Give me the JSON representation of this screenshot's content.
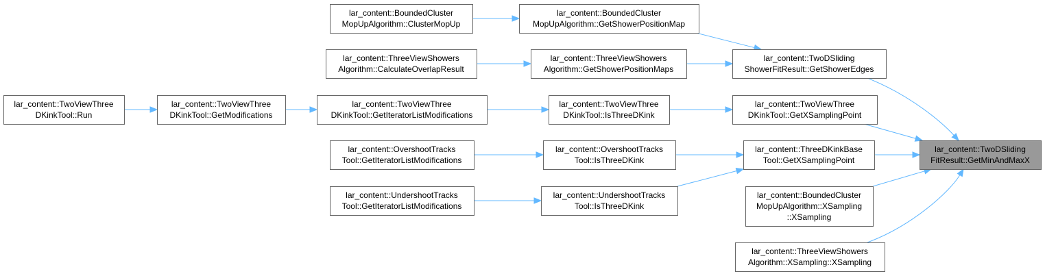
{
  "graph": {
    "edge_color": "#63b8ff",
    "node_border_color": "#666666",
    "focus_fill_color": "#999999",
    "nodes": [
      {
        "id": "getminandmaxx",
        "lines": [
          "lar_content::TwoDSliding",
          "FitResult::GetMinAndMaxX"
        ],
        "focus": true
      },
      {
        "id": "getshoweredges",
        "lines": [
          "lar_content::TwoDSliding",
          "ShowerFitResult::GetShowerEdges"
        ]
      },
      {
        "id": "twoview-getxsamplingpoint",
        "lines": [
          "lar_content::TwoViewThree",
          "DKinkTool::GetXSamplingPoint"
        ]
      },
      {
        "id": "threedkinkbase-getxsamplingpoint",
        "lines": [
          "lar_content::ThreeDKinkBase",
          "Tool::GetXSamplingPoint"
        ]
      },
      {
        "id": "boundedcluster-xsampling",
        "lines": [
          "lar_content::BoundedCluster",
          "MopUpAlgorithm::XSampling",
          "::XSampling"
        ]
      },
      {
        "id": "threeviewshowers-xsampling",
        "lines": [
          "lar_content::ThreeViewShowers",
          "Algorithm::XSampling::XSampling"
        ]
      },
      {
        "id": "boundedcluster-getshowerpositionmap",
        "lines": [
          "lar_content::BoundedCluster",
          "MopUpAlgorithm::GetShowerPositionMap"
        ]
      },
      {
        "id": "threeviewshowers-getshowerpositionmaps",
        "lines": [
          "lar_content::ThreeViewShowers",
          "Algorithm::GetShowerPositionMaps"
        ]
      },
      {
        "id": "twoview-isthreedkink",
        "lines": [
          "lar_content::TwoViewThree",
          "DKinkTool::IsThreeDKink"
        ]
      },
      {
        "id": "overshoot-isthreedkink",
        "lines": [
          "lar_content::OvershootTracks",
          "Tool::IsThreeDKink"
        ]
      },
      {
        "id": "undershoot-isthreedkink",
        "lines": [
          "lar_content::UndershootTracks",
          "Tool::IsThreeDKink"
        ]
      },
      {
        "id": "boundedcluster-clustermopup",
        "lines": [
          "lar_content::BoundedCluster",
          "MopUpAlgorithm::ClusterMopUp"
        ]
      },
      {
        "id": "threeviewshowers-calculateoverlapresult",
        "lines": [
          "lar_content::ThreeViewShowers",
          "Algorithm::CalculateOverlapResult"
        ]
      },
      {
        "id": "twoview-getiteratorlistmodifications",
        "lines": [
          "lar_content::TwoViewThree",
          "DKinkTool::GetIteratorListModifications"
        ]
      },
      {
        "id": "overshoot-getiteratorlistmodifications",
        "lines": [
          "lar_content::OvershootTracks",
          "Tool::GetIteratorListModifications"
        ]
      },
      {
        "id": "undershoot-getiteratorlistmodifications",
        "lines": [
          "lar_content::UndershootTracks",
          "Tool::GetIteratorListModifications"
        ]
      },
      {
        "id": "twoview-getmodifications",
        "lines": [
          "lar_content::TwoViewThree",
          "DKinkTool::GetModifications"
        ]
      },
      {
        "id": "twoview-run",
        "lines": [
          "lar_content::TwoViewThree",
          "DKinkTool::Run"
        ]
      }
    ],
    "edges": [
      {
        "from": "boundedcluster-clustermopup",
        "to": "boundedcluster-getshowerpositionmap"
      },
      {
        "from": "boundedcluster-getshowerpositionmap",
        "to": "getshoweredges"
      },
      {
        "from": "threeviewshowers-calculateoverlapresult",
        "to": "threeviewshowers-getshowerpositionmaps"
      },
      {
        "from": "threeviewshowers-getshowerpositionmaps",
        "to": "getshoweredges"
      },
      {
        "from": "getshoweredges",
        "to": "getminandmaxx"
      },
      {
        "from": "twoview-run",
        "to": "twoview-getmodifications"
      },
      {
        "from": "twoview-getmodifications",
        "to": "twoview-getiteratorlistmodifications"
      },
      {
        "from": "twoview-getiteratorlistmodifications",
        "to": "twoview-isthreedkink"
      },
      {
        "from": "twoview-isthreedkink",
        "to": "twoview-getxsamplingpoint"
      },
      {
        "from": "twoview-getxsamplingpoint",
        "to": "getminandmaxx"
      },
      {
        "from": "overshoot-getiteratorlistmodifications",
        "to": "overshoot-isthreedkink"
      },
      {
        "from": "overshoot-isthreedkink",
        "to": "threedkinkbase-getxsamplingpoint"
      },
      {
        "from": "undershoot-getiteratorlistmodifications",
        "to": "undershoot-isthreedkink"
      },
      {
        "from": "undershoot-isthreedkink",
        "to": "threedkinkbase-getxsamplingpoint"
      },
      {
        "from": "threedkinkbase-getxsamplingpoint",
        "to": "getminandmaxx"
      },
      {
        "from": "boundedcluster-xsampling",
        "to": "getminandmaxx"
      },
      {
        "from": "threeviewshowers-xsampling",
        "to": "getminandmaxx"
      }
    ]
  }
}
